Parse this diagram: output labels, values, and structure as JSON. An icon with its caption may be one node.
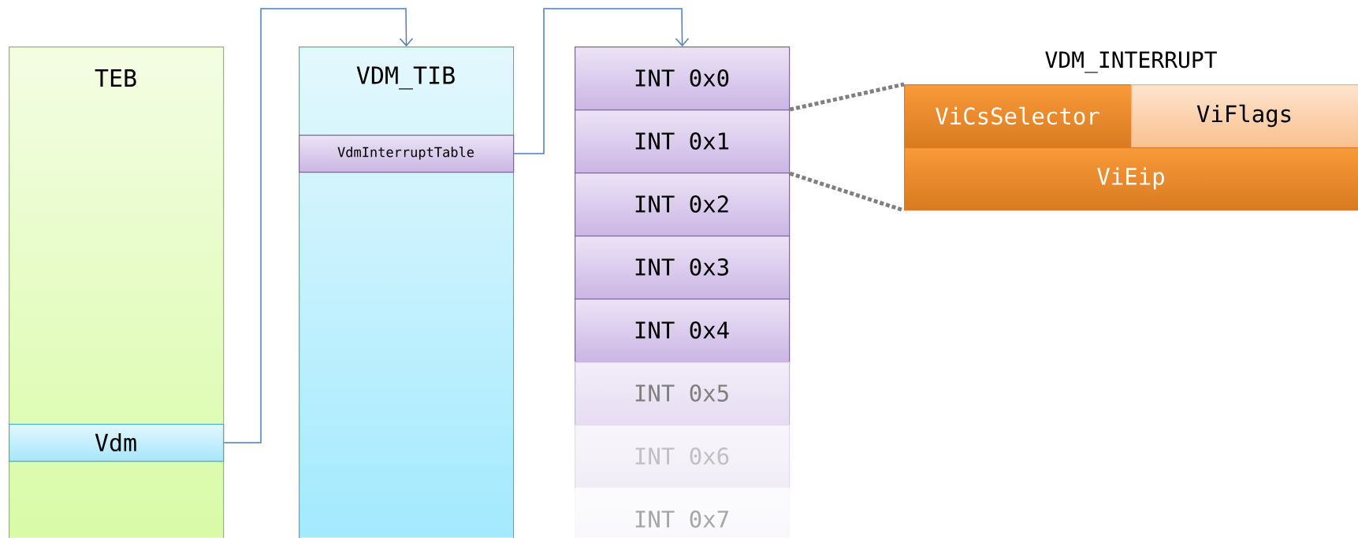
{
  "diagram": {
    "nodes": [
      {
        "text": [
          "TEB"
        ]
      },
      {
        "text": [
          "Vdm"
        ],
        "in": 0
      },
      {
        "text": [
          "VDM_TIB"
        ]
      },
      {
        "text": [
          "VdmInterruptTable"
        ],
        "in": 2
      },
      {
        "text": [
          "INT 0x0"
        ]
      },
      {
        "text": [
          "INT 0x1"
        ]
      },
      {
        "text": [
          "INT 0x2"
        ]
      },
      {
        "text": [
          "INT 0x3"
        ]
      },
      {
        "text": [
          "INT 0x4"
        ]
      },
      {
        "text": [
          "INT 0x5"
        ]
      },
      {
        "text": [
          "INT 0x6"
        ]
      },
      {
        "text": [
          "INT 0x7"
        ]
      },
      {
        "text": [
          "VDM_INTERRUPT"
        ]
      },
      {
        "text": [
          "ViCsSelector"
        ],
        "in": 12
      },
      {
        "text": [
          "ViFlags"
        ],
        "in": 12
      },
      {
        "text": [
          "ViEip"
        ],
        "in": 12
      }
    ],
    "edges": [
      {
        "from": 1,
        "to": 2,
        "arrow": "to"
      },
      {
        "from": 3,
        "to": 4,
        "arrow": "to"
      },
      {
        "from": 5,
        "to": 12,
        "arrow": "none",
        "style": "dashed",
        "color": "#7f7f7f"
      },
      {
        "from": 5,
        "to": 12,
        "arrow": "none",
        "style": "dashed",
        "color": "#7f7f7f"
      }
    ]
  }
}
